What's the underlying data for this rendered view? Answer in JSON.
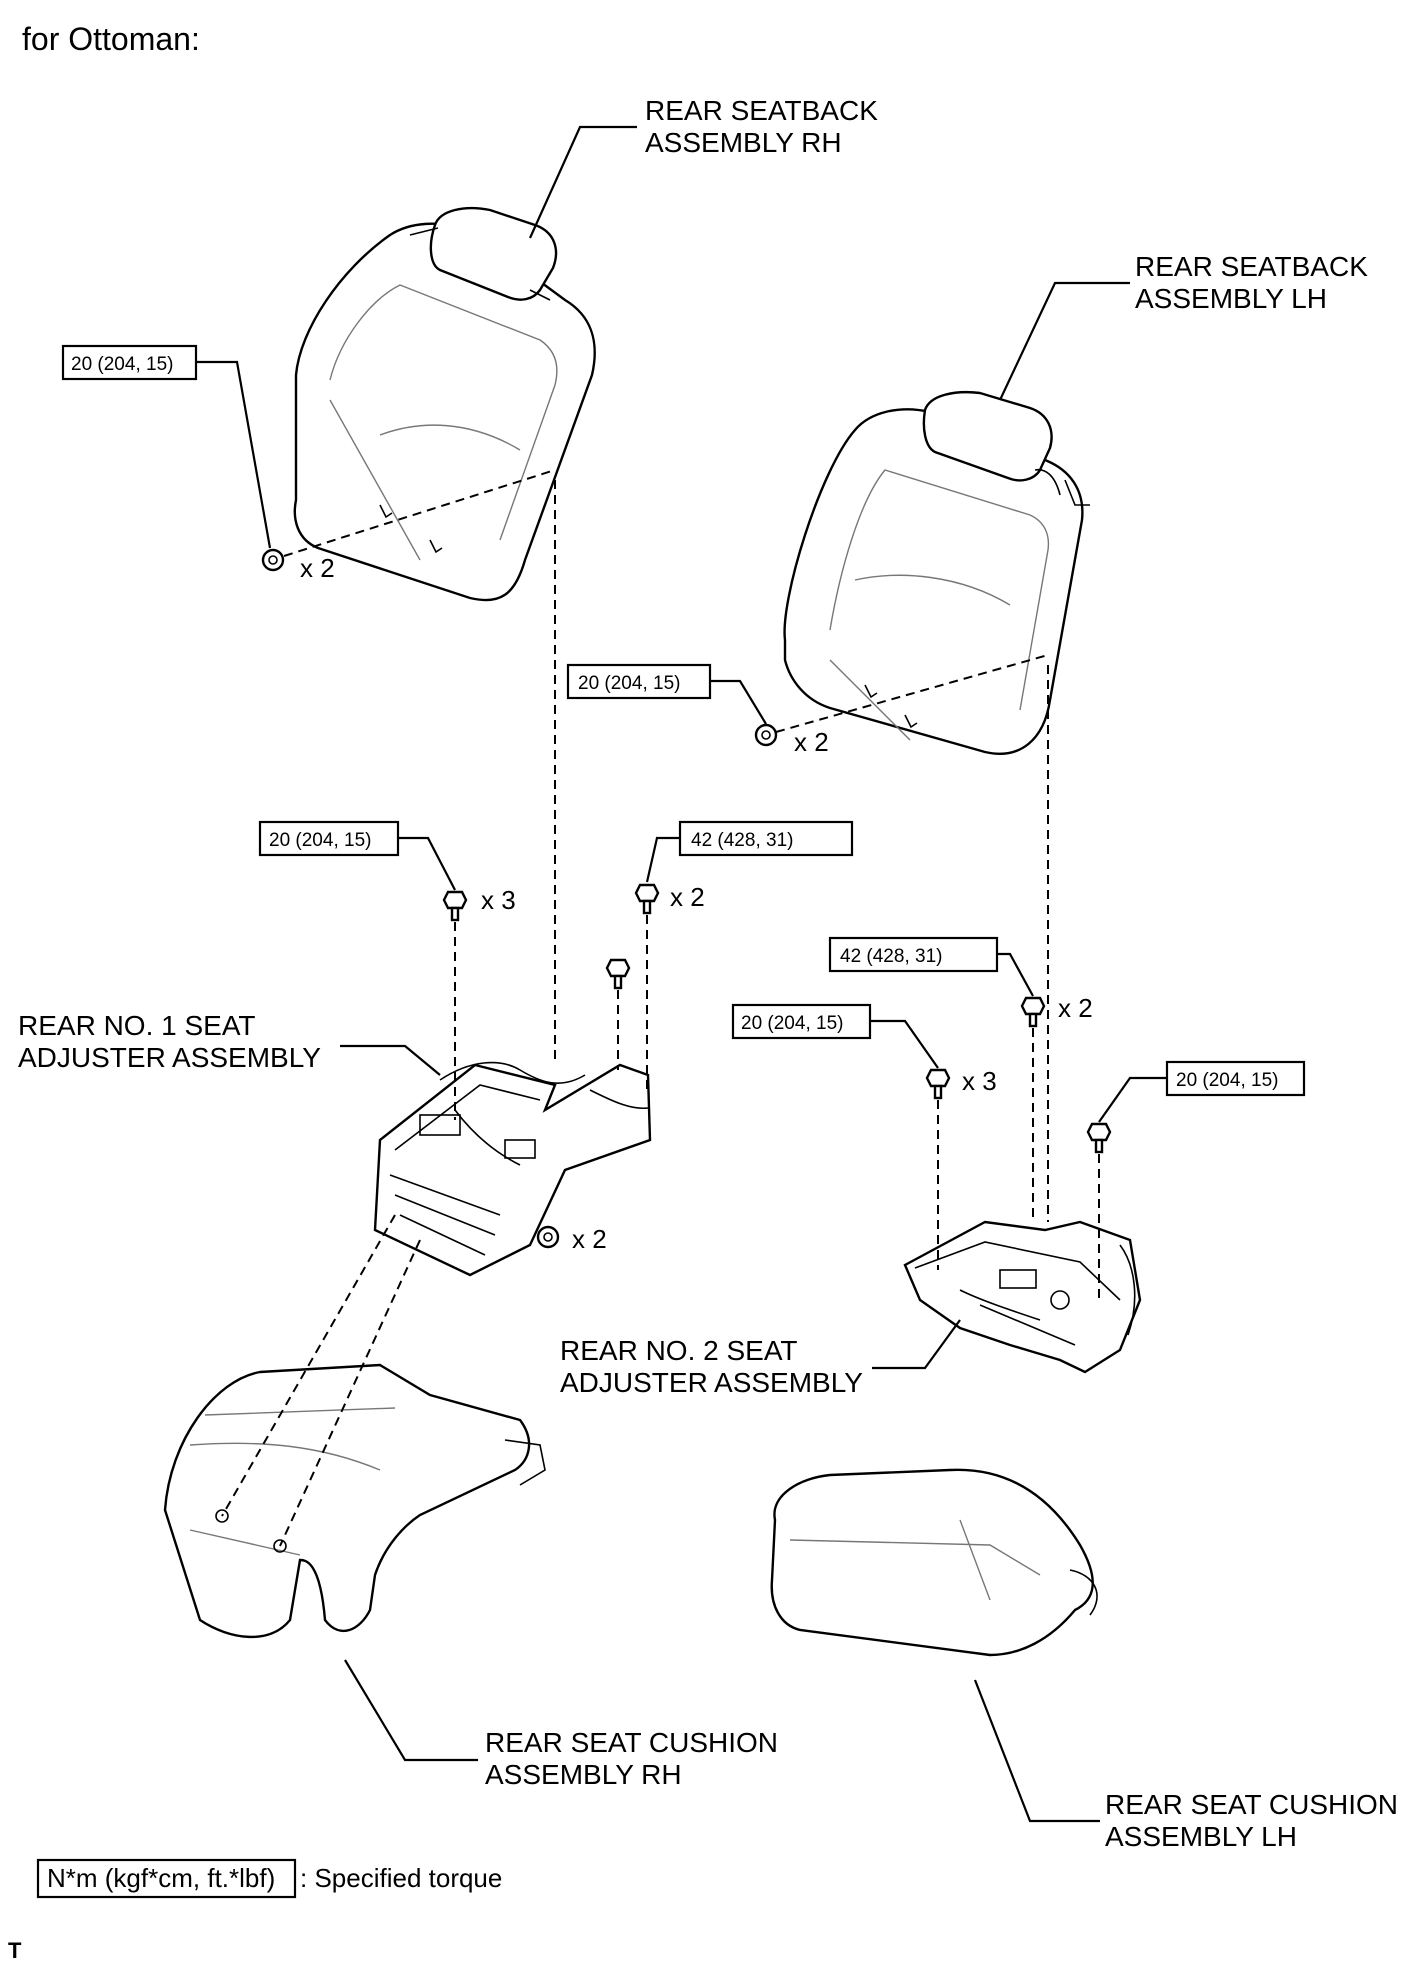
{
  "heading": "for Ottoman:",
  "labels": {
    "seatback_rh": [
      "REAR SEATBACK",
      "ASSEMBLY RH"
    ],
    "seatback_lh": [
      "REAR SEATBACK",
      "ASSEMBLY LH"
    ],
    "adjuster_no1": [
      "REAR NO. 1 SEAT",
      "ADJUSTER ASSEMBLY"
    ],
    "adjuster_no2": [
      "REAR NO. 2 SEAT",
      "ADJUSTER ASSEMBLY"
    ],
    "cushion_rh": [
      "REAR SEAT CUSHION",
      "ASSEMBLY RH"
    ],
    "cushion_lh": [
      "REAR SEAT CUSHION",
      "ASSEMBLY LH"
    ]
  },
  "torques": {
    "t1": "20 (204, 15)",
    "t2": "20 (204, 15)",
    "t3": "20 (204, 15)",
    "t4": "42 (428, 31)",
    "t5": "42 (428, 31)",
    "t6": "20 (204, 15)",
    "t7": "20 (204, 15)"
  },
  "quantities": {
    "q1": "x 2",
    "q2": "x 2",
    "q3": "x 3",
    "q4": "x 2",
    "q5": "x 2",
    "q6": "x 2",
    "q7": "x 3"
  },
  "legend": {
    "unit_box": "N*m (kgf*cm, ft.*lbf)",
    "description": ": Specified torque"
  },
  "footer_mark": "T"
}
